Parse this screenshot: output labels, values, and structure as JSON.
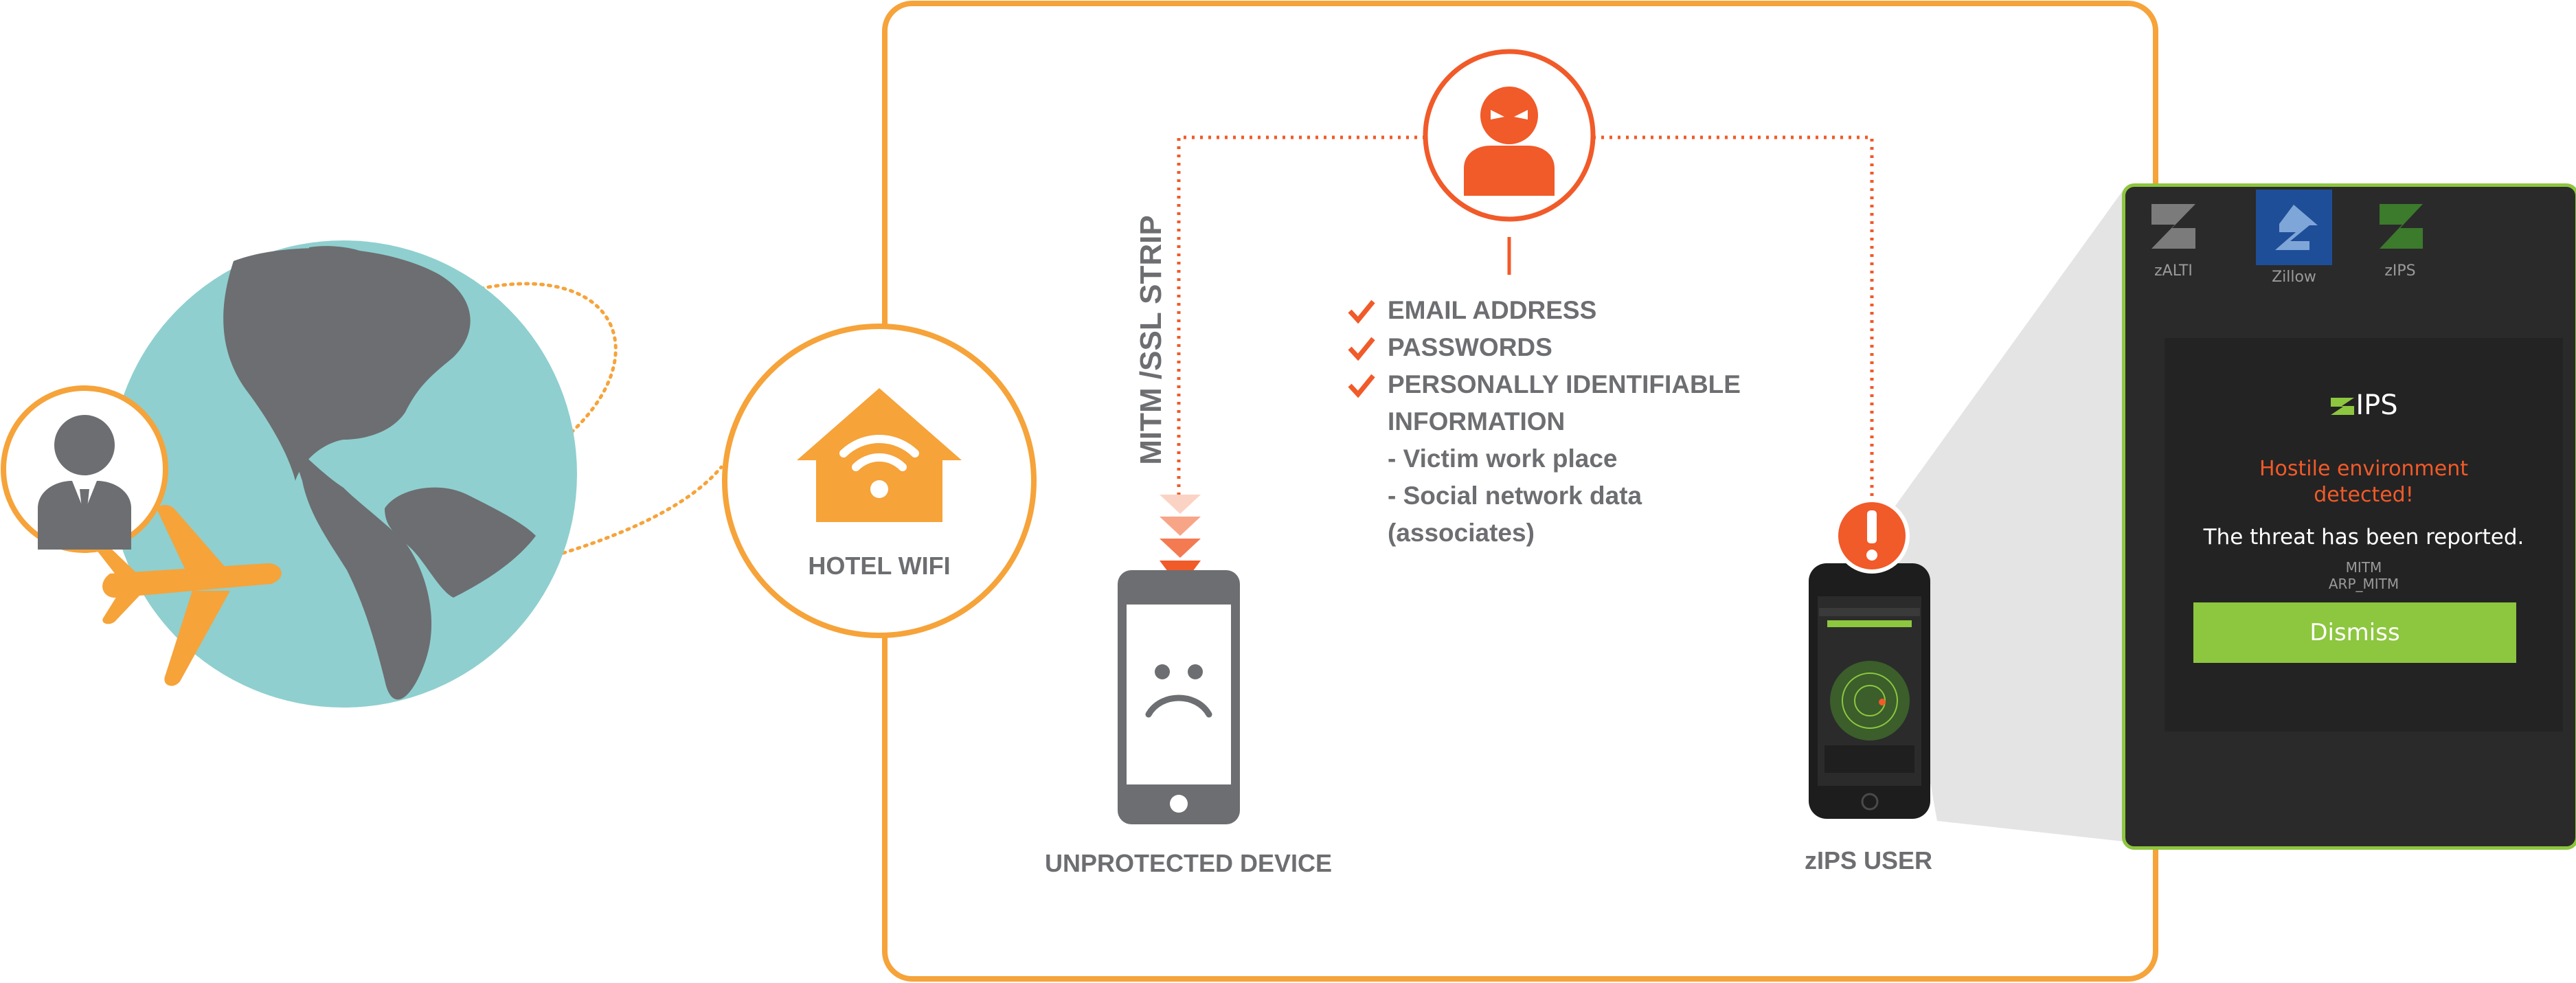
{
  "labels": {
    "hotel_wifi": "HOTEL WIFI",
    "mitm_strip": "MITM /SSL STRIP",
    "unprotected_device": "UNPROTECTED DEVICE",
    "zips_user": "zIPS USER"
  },
  "data_list": {
    "items": [
      "EMAIL ADDRESS",
      "PASSWORDS",
      "PERSONALLY IDENTIFIABLE"
    ],
    "continuation": "INFORMATION",
    "sub_items": [
      "- Victim work place",
      "- Social network data",
      "(associates)"
    ]
  },
  "popup": {
    "apps": [
      "zALTI",
      "Zillow",
      "zIPS"
    ],
    "brand": "IPS",
    "alert_title_line1": "Hostile environment",
    "alert_title_line2": "detected!",
    "message": "The threat has been reported.",
    "detail_line1": "MITM",
    "detail_line2": "ARP_MITM",
    "dismiss_label": "Dismiss"
  },
  "colors": {
    "orange": "#f6a33a",
    "red": "#f15a29",
    "grey": "#6d6e71",
    "globe": "#8fcfcf",
    "green": "#8dc63f"
  },
  "icons": [
    "person-icon",
    "airplane-icon",
    "globe-icon",
    "house-wifi-icon",
    "hacker-icon",
    "check-icon",
    "sad-face-icon",
    "alert-icon",
    "phone-icon"
  ]
}
